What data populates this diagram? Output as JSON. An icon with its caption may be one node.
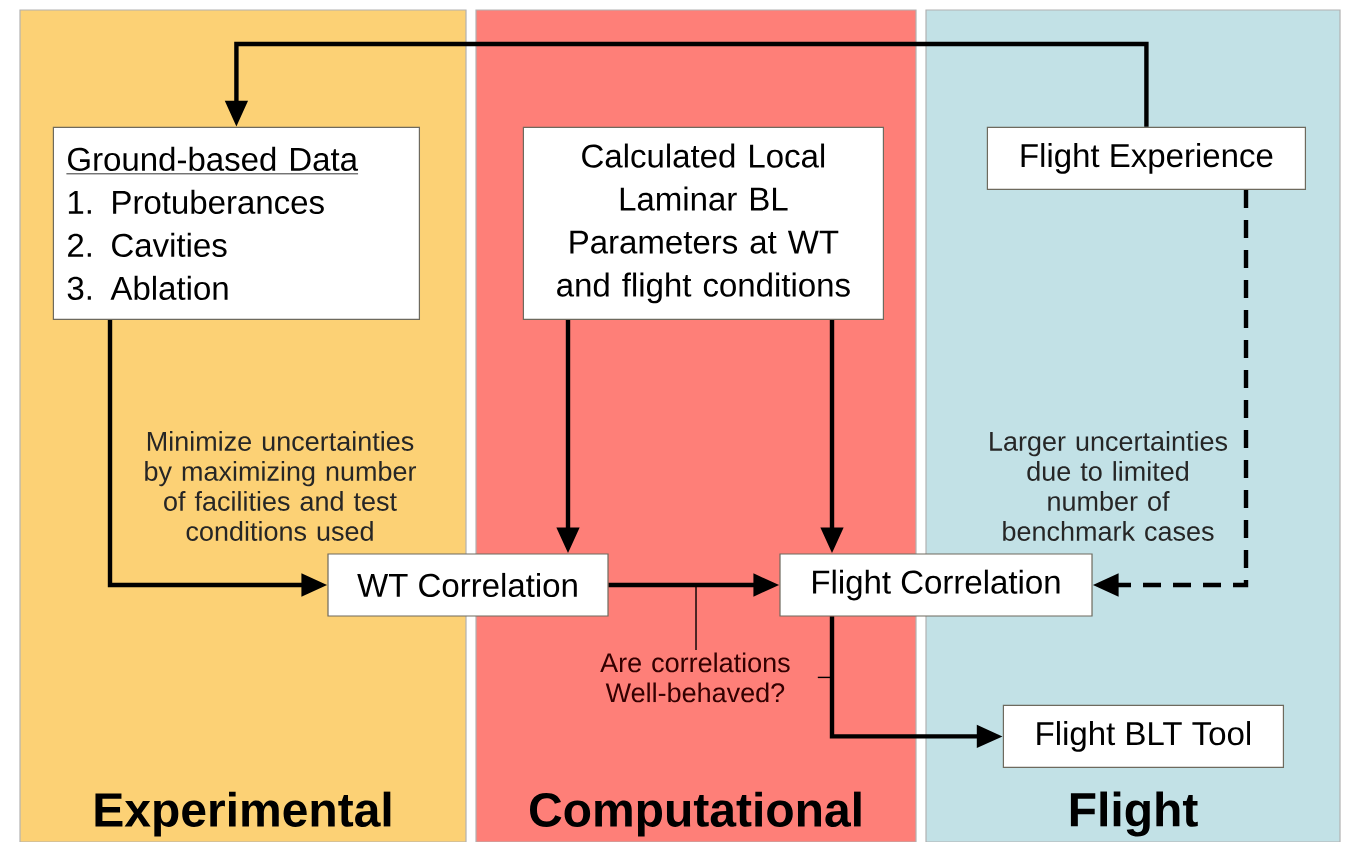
{
  "diagram": {
    "nodes": [
      {
        "text": [
          "Experimental"
        ]
      },
      {
        "text": [
          "Computational"
        ]
      },
      {
        "text": [
          "Flight"
        ]
      },
      {
        "text": [
          "Ground-based Data",
          "1. Protuberances",
          "2. Cavities",
          "3. Ablation"
        ],
        "in": 0
      },
      {
        "text": [
          "Calculated Local Laminar BL Parameters at WT and flight conditions"
        ],
        "in": 1
      },
      {
        "text": [
          "Flight Experience"
        ],
        "in": 2
      },
      {
        "text": [
          "WT Correlation"
        ]
      },
      {
        "text": [
          "Flight Correlation"
        ]
      },
      {
        "text": [
          "Flight BLT Tool"
        ],
        "in": 2
      },
      {
        "text": [
          "Are correlations Well-behaved?"
        ],
        "in": 1
      }
    ],
    "edges": [
      {
        "from": 5,
        "to": 3,
        "arrow": "to"
      },
      {
        "from": 3,
        "to": 6,
        "arrow": "to",
        "label": "Minimize uncertainties by maximizing number of facilities and test conditions used"
      },
      {
        "from": 4,
        "to": 6,
        "arrow": "to"
      },
      {
        "from": 4,
        "to": 7,
        "arrow": "to"
      },
      {
        "from": 6,
        "to": 7,
        "arrow": "to"
      },
      {
        "from": 5,
        "to": 7,
        "arrow": "to",
        "style": "dashed",
        "label": "Larger uncertainties due to limited number of benchmark cases"
      },
      {
        "from": 7,
        "to": 8,
        "arrow": "to"
      },
      {
        "from": 9,
        "to": null,
        "arrow": "none"
      },
      {
        "from": 9,
        "to": null,
        "arrow": "none"
      }
    ]
  }
}
